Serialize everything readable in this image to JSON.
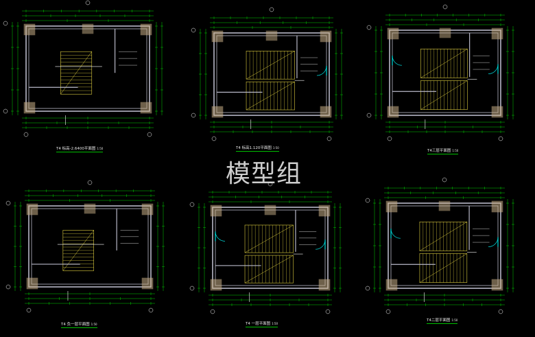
{
  "watermark": "模型组",
  "plans": [
    {
      "title": "T4 标高-2.6400平面图",
      "scale": "1:50",
      "stairs": "single",
      "door": "none"
    },
    {
      "title": "T4 标高1.120平面图",
      "scale": "1:50",
      "stairs": "double",
      "door": "right"
    },
    {
      "title": "T4三层平面图",
      "scale": "1:50",
      "stairs": "double",
      "door": "both"
    },
    {
      "title": "T4 负一层平面图",
      "scale": "1:50",
      "stairs": "single",
      "door": "none"
    },
    {
      "title": "T4 一层平面图",
      "scale": "1:50",
      "stairs": "double",
      "door": "both"
    },
    {
      "title": "T4二层平面图",
      "scale": "1:50",
      "stairs": "double",
      "door": "both"
    }
  ],
  "colors": {
    "background": "#000000",
    "wall": "#b8b8c8",
    "dimension": "#00d000",
    "stair": "#e0d040",
    "column": "#c8b088",
    "door": "#00e0e0",
    "annotation": "#ffffff",
    "title_underline": "#00c000"
  }
}
